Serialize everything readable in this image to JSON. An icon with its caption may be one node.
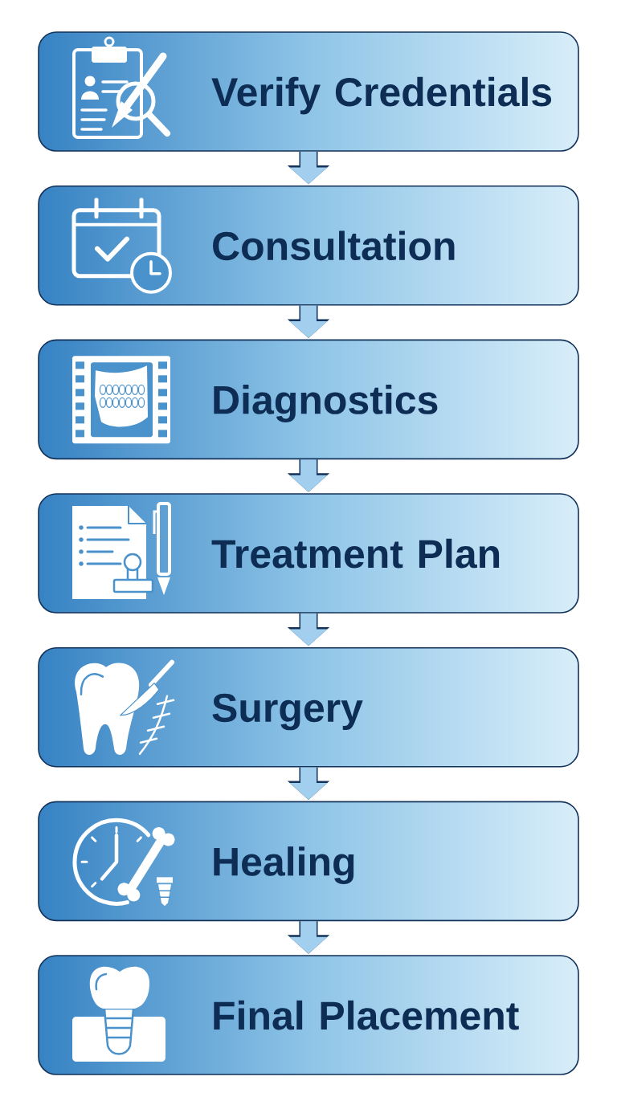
{
  "diagram": {
    "nodes": [
      {
        "text": [
          "Verify Credentials"
        ]
      },
      {
        "text": [
          "Consultation"
        ]
      },
      {
        "text": [
          "Diagnostics"
        ]
      },
      {
        "text": [
          "Treatment Plan"
        ]
      },
      {
        "text": [
          "Surgery"
        ]
      },
      {
        "text": [
          "Healing"
        ]
      },
      {
        "text": [
          "Final Placement"
        ]
      }
    ],
    "edges": [
      {
        "from": 0,
        "to": 1,
        "arrow": "to"
      },
      {
        "from": 1,
        "to": 2,
        "arrow": "to"
      },
      {
        "from": 2,
        "to": 3,
        "arrow": "to"
      },
      {
        "from": 3,
        "to": 4,
        "arrow": "to"
      },
      {
        "from": 4,
        "to": 5,
        "arrow": "to"
      },
      {
        "from": 5,
        "to": 6,
        "arrow": "to"
      }
    ]
  }
}
